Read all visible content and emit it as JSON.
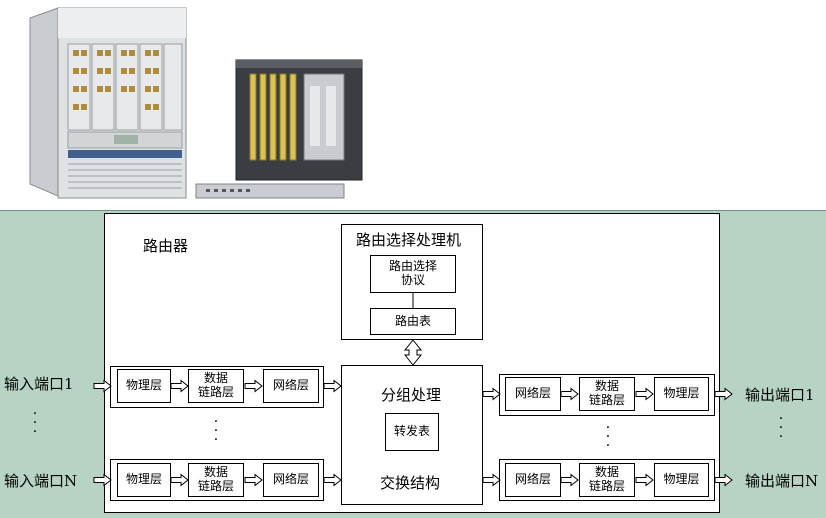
{
  "router_label": "路由器",
  "routing_processor": {
    "title": "路由选择处理机",
    "protocol": "路由选择\n协议",
    "table": "路由表"
  },
  "switch": {
    "packet_processing": "分组处理",
    "forwarding_table": "转发表",
    "fabric": "交换结构"
  },
  "layers": {
    "physical": "物理层",
    "datalink": "数据\n链路层",
    "network": "网络层"
  },
  "ports": {
    "input_1": "输入端口1",
    "input_n": "输入端口N",
    "output_1": "输出端口1",
    "output_n": "输出端口N",
    "vdots": "·\n·\n·"
  },
  "colors": {
    "diagram_background": "#b7d3c4",
    "box_border": "#000000",
    "arrow_fill": "#ffffff"
  },
  "icons": [
    "router-chassis-photo",
    "router-rack-photo"
  ]
}
